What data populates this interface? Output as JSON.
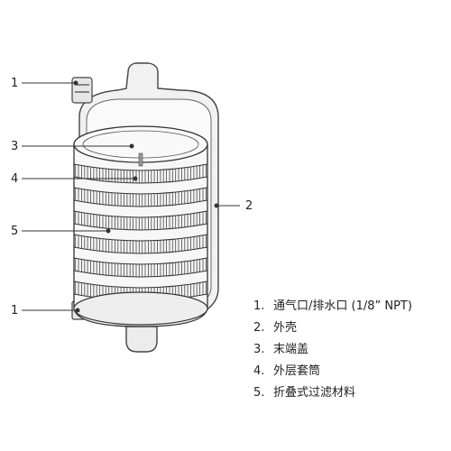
{
  "callouts": [
    {
      "id": "vent",
      "number": "1"
    },
    {
      "id": "end-cap",
      "number": "3"
    },
    {
      "id": "outer-sleeve",
      "number": "4"
    },
    {
      "id": "pleated-media",
      "number": "5"
    },
    {
      "id": "drain",
      "number": "1"
    },
    {
      "id": "housing",
      "number": "2"
    }
  ],
  "legend": [
    {
      "number": "1.",
      "text": "通气口/排水口 (1/8” NPT)"
    },
    {
      "number": "2.",
      "text": "外壳"
    },
    {
      "number": "3.",
      "text": "末端盖"
    },
    {
      "number": "4.",
      "text": "外层套筒"
    },
    {
      "number": "5.",
      "text": "折叠式过滤材料"
    }
  ]
}
